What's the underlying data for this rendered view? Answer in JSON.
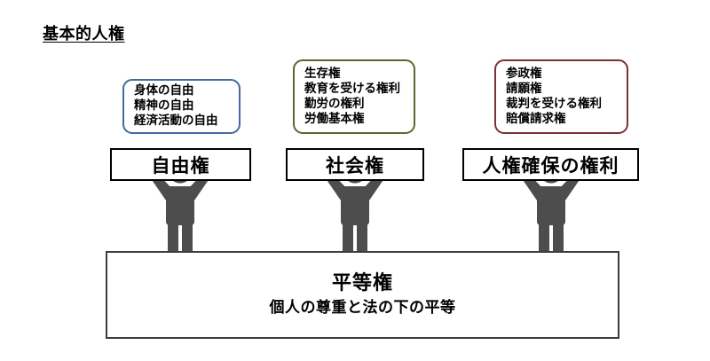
{
  "title": "基本的人権",
  "colors": {
    "freedom_border": "#43699f",
    "social_border": "#556a2e",
    "securing_border": "#7b2f38",
    "sign_border": "#000000",
    "base_border": "#3d3d3d",
    "figure_fill": "#4d4d4d",
    "background": "#ffffff"
  },
  "groups": [
    {
      "id": "freedom",
      "sign_label": "自由権",
      "details": [
        "身体の自由",
        "精神の自由",
        "経済活動の自由"
      ]
    },
    {
      "id": "social",
      "sign_label": "社会権",
      "details": [
        "生存権",
        "教育を受ける権利",
        "勤労の権利",
        "労働基本権"
      ]
    },
    {
      "id": "securing",
      "sign_label": "人権確保の権利",
      "details": [
        "参政権",
        "請願権",
        "裁判を受ける権利",
        "賠償請求権"
      ]
    }
  ],
  "base": {
    "title": "平等権",
    "subtitle": "個人の尊重と法の下の平等"
  },
  "figures": {
    "icon_name": "person-holding-sign-icon",
    "count": 3
  }
}
